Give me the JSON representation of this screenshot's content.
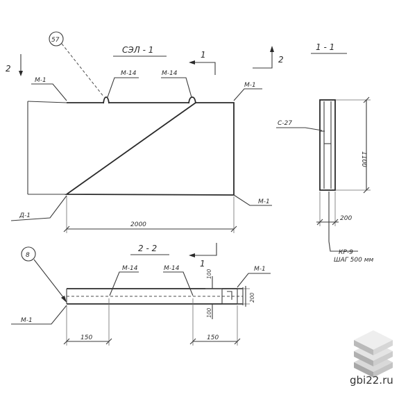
{
  "drawing": {
    "title": "СЭЛ - 1",
    "section_1": "1 - 1",
    "section_2": "2 - 2",
    "circle_ref_top": "57",
    "circle_ref_bottom": "8",
    "mark_M1": "М-1",
    "mark_M14": "М-14",
    "mark_D1": "Д-1",
    "mark_S27": "С-27",
    "mark_KR9": "КР-9",
    "mark_shag": "ШАГ 500 мм",
    "cut_1": "1",
    "cut_2": "2",
    "dim_length": "2000",
    "dim_height": "1100",
    "dim_thickness": "200",
    "dim_100": "100",
    "dim_150": "150"
  },
  "brand": {
    "text": "gbi22.ru",
    "icon": "layered-blocks-icon",
    "colors": [
      "#e6e6e6",
      "#bdbdbd",
      "#8a8a8a"
    ]
  }
}
